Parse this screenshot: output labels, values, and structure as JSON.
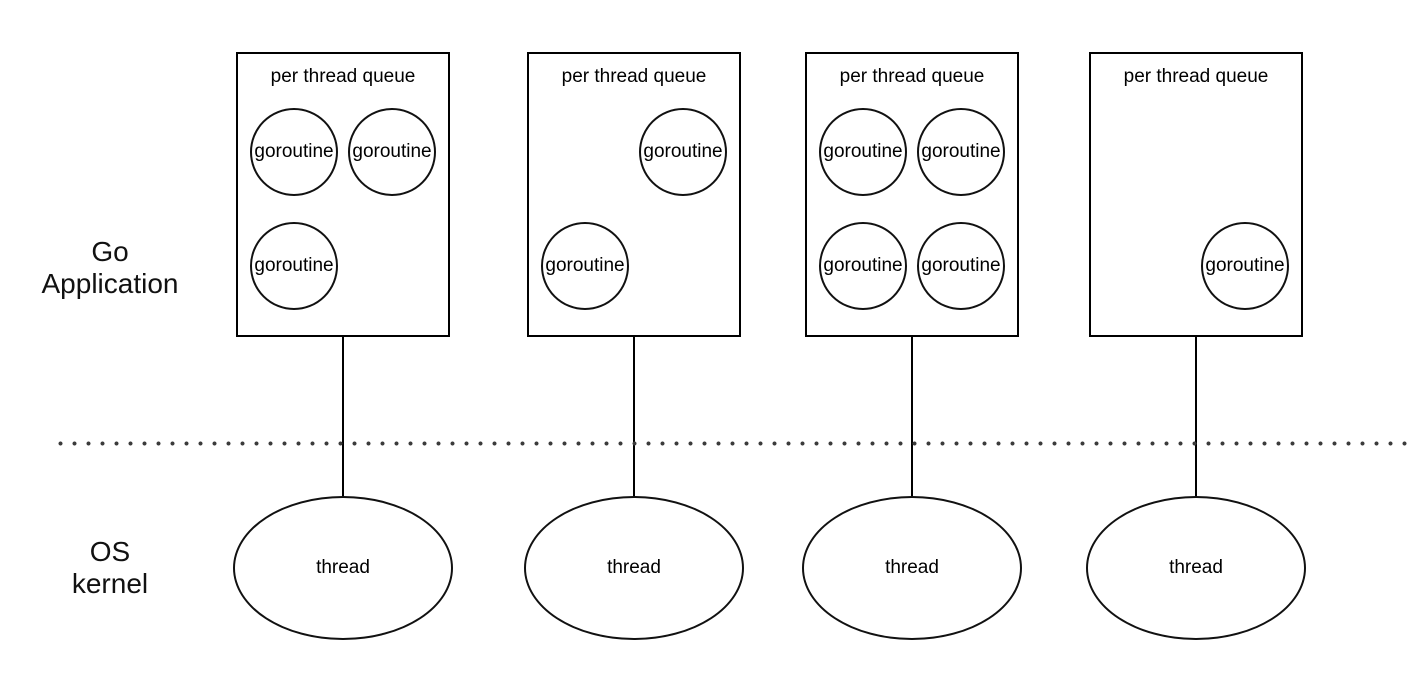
{
  "labels": {
    "go_application": [
      "Go",
      "Application"
    ],
    "os_kernel": [
      "OS",
      "kernel"
    ]
  },
  "queues": [
    {
      "title": "per thread queue",
      "goroutines": [
        {
          "label": "goroutine",
          "slot": "tl"
        },
        {
          "label": "goroutine",
          "slot": "tr"
        },
        {
          "label": "goroutine",
          "slot": "bl"
        }
      ]
    },
    {
      "title": "per thread queue",
      "goroutines": [
        {
          "label": "goroutine",
          "slot": "tr"
        },
        {
          "label": "goroutine",
          "slot": "bl"
        }
      ]
    },
    {
      "title": "per thread queue",
      "goroutines": [
        {
          "label": "goroutine",
          "slot": "tl"
        },
        {
          "label": "goroutine",
          "slot": "tr"
        },
        {
          "label": "goroutine",
          "slot": "bl"
        },
        {
          "label": "goroutine",
          "slot": "br"
        }
      ]
    },
    {
      "title": "per thread queue",
      "goroutines": [
        {
          "label": "goroutine",
          "slot": "br"
        }
      ]
    }
  ],
  "threads": [
    {
      "label": "thread"
    },
    {
      "label": "thread"
    },
    {
      "label": "thread"
    },
    {
      "label": "thread"
    }
  ],
  "colors": {
    "stroke": "#000000",
    "background": "#ffffff",
    "divider_dots": "#3b3b3b"
  }
}
